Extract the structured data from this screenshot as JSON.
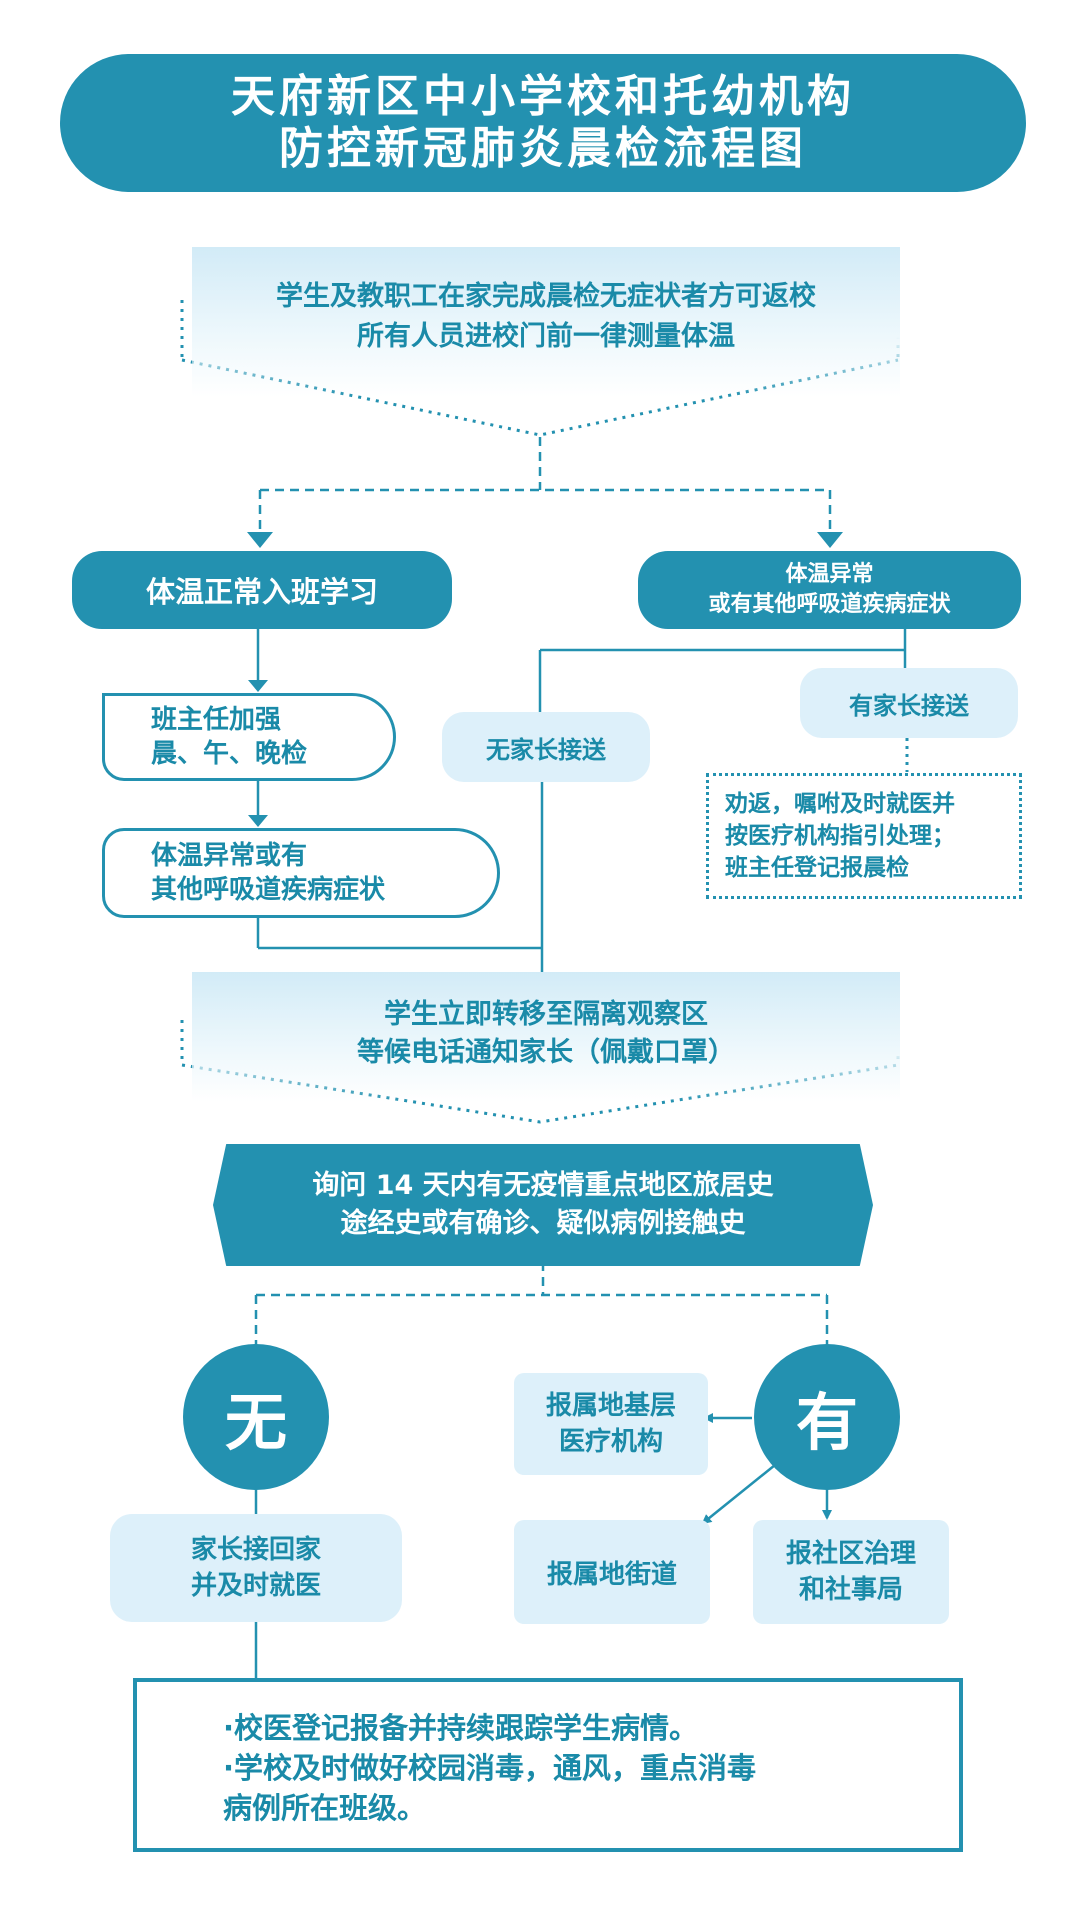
{
  "title": {
    "line1": "天府新区中小学校和托幼机构",
    "line2": "防控新冠肺炎晨检流程图"
  },
  "top_box": {
    "line1": "学生及教职工在家完成晨检无症状者方可返校",
    "line2": "所有人员进校门前一律测量体温"
  },
  "normal": {
    "label": "体温正常入班学习"
  },
  "abnormal": {
    "line1": "体温异常",
    "line2": "或有其他呼吸道疾病症状"
  },
  "teacher_check": {
    "line1": "班主任加强",
    "line2": "晨、午、晚检"
  },
  "class_abnormal": {
    "line1": "体温异常或有",
    "line2": "其他呼吸道疾病症状"
  },
  "no_parent": {
    "label": "无家长接送"
  },
  "has_parent": {
    "label": "有家长接送"
  },
  "advise": {
    "line1": "劝返，嘱咐及时就医并",
    "line2": "按医疗机构指引处理；",
    "line3": "班主任登记报晨检"
  },
  "isolation": {
    "line1": "学生立即转移至隔离观察区",
    "line2": "等候电话通知家长（佩戴口罩）"
  },
  "inquiry": {
    "line1": "询问 14 天内有无疫情重点地区旅居史",
    "line2": "途经史或有确诊、疑似病例接触史"
  },
  "none_circle": {
    "label": "无"
  },
  "yes_circle": {
    "label": "有"
  },
  "parent_pickup": {
    "line1": "家长接回家",
    "line2": "并及时就医"
  },
  "report_medical": {
    "line1": "报属地基层",
    "line2": "医疗机构"
  },
  "report_street": {
    "label": "报属地街道"
  },
  "report_community": {
    "line1": "报社区治理",
    "line2": "和社事局"
  },
  "final_box": {
    "line1": "·校医登记报备并持续跟踪学生病情。",
    "line2": "·学校及时做好校园消毒，通风，重点消毒",
    "line3": "病例所在班级。"
  },
  "colors": {
    "primary": "#2391b0",
    "light": "#ddf0fa",
    "text": "#1a8aa8"
  }
}
